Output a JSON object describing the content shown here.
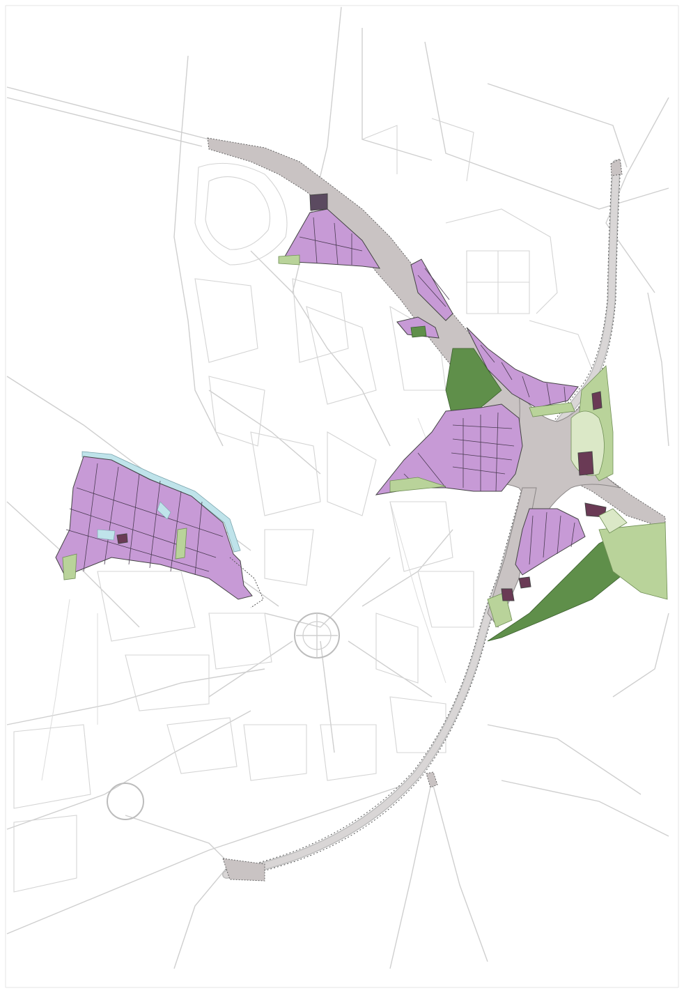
{
  "map": {
    "colors": {
      "background": "#ffffff",
      "streets": "#cfcfcf",
      "ring_road": "#c9c3c3",
      "residential": "#c79ad6",
      "green_dark": "#5f8f4a",
      "green_light": "#b9d39a",
      "green_pale": "#dbe8c7",
      "water": "#bfe3ea",
      "boundary": "#555555"
    },
    "icons": [
      "street-network",
      "ring-road",
      "residential-zone",
      "green-space",
      "roundabout-plaza"
    ]
  }
}
